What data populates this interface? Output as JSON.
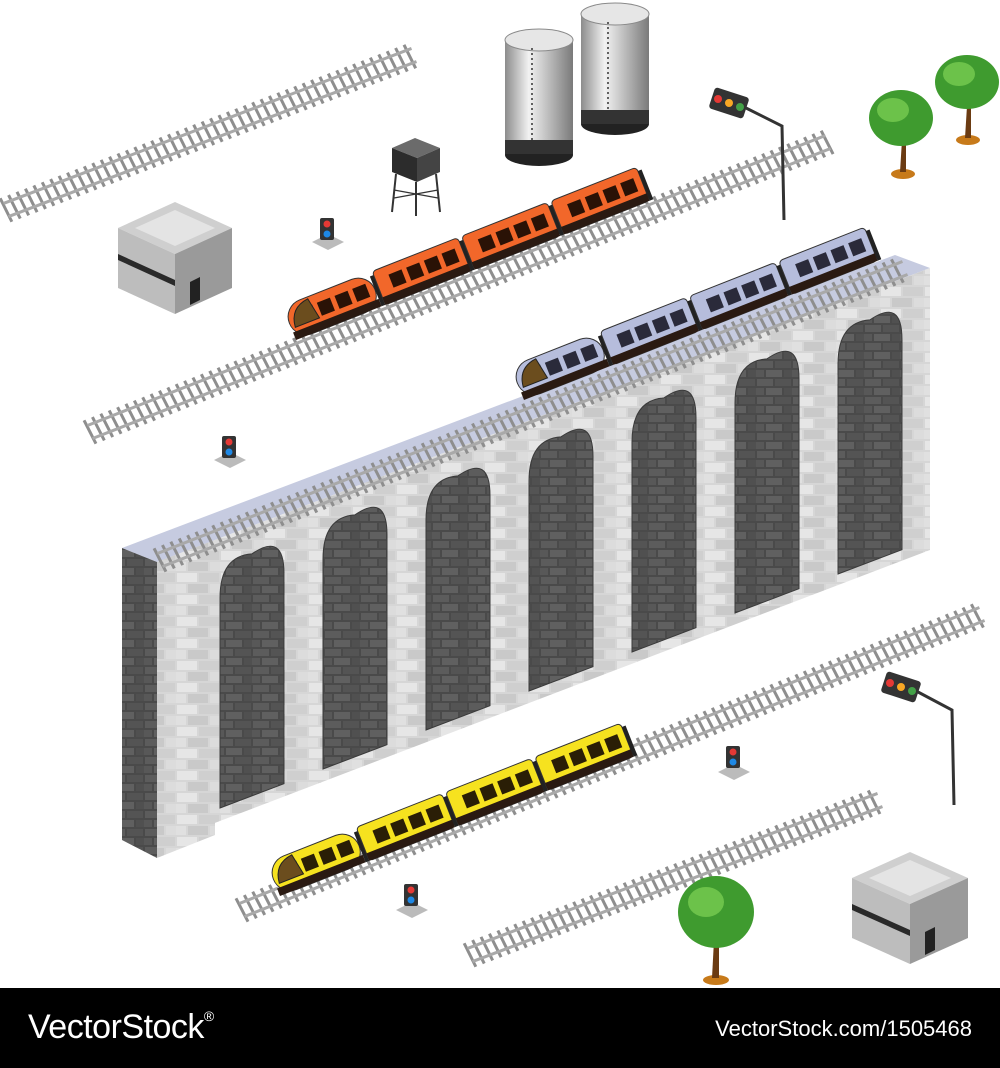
{
  "footer": {
    "brand": "VectorStock",
    "brand_mark": "®",
    "image_id": "VectorStock.com/1505468"
  },
  "colors": {
    "rail": "#a9a9a9",
    "sleeper": "#8e8e8e",
    "train_orange": "#f2672a",
    "train_silver": "#b6bddc",
    "train_yellow": "#f6e21f",
    "stone_light": "#d9d9d9",
    "stone_dark": "#5a5a5a",
    "tree_green": "#3f9b2f",
    "footer_bg": "#000000"
  },
  "icons": [
    "rail-track",
    "train",
    "viaduct",
    "water-tower",
    "storage-tank",
    "station-building",
    "traffic-light",
    "signal-light",
    "tree"
  ]
}
